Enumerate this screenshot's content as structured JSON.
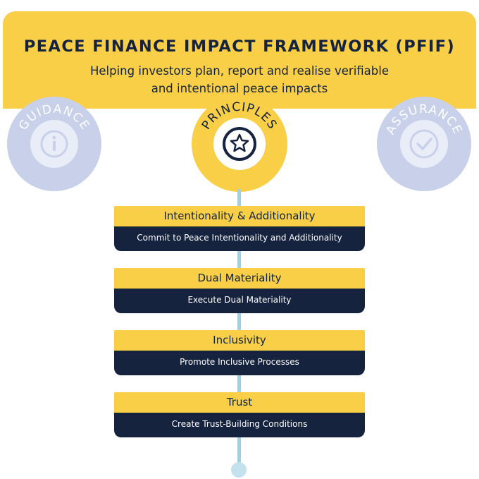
{
  "header": {
    "title": "PEACE FINANCE IMPACT FRAMEWORK (PFIF)",
    "subtitle_line1": "Helping investors plan, report and realise verifiable",
    "subtitle_line2": "and intentional peace impacts"
  },
  "pillars": {
    "left": {
      "label": "GUIDANCE",
      "icon": "info-icon",
      "state": "inactive"
    },
    "center": {
      "label": "PRINCIPLES",
      "icon": "star-icon",
      "state": "active"
    },
    "right": {
      "label": "ASSURANCE",
      "icon": "checkmark-icon",
      "state": "inactive"
    }
  },
  "principles": [
    {
      "title": "Intentionality & Additionality",
      "description": "Commit to Peace Intentionality and Additionality"
    },
    {
      "title": "Dual Materiality",
      "description": "Execute Dual Materiality"
    },
    {
      "title": "Inclusivity",
      "description": "Promote Inclusive Processes"
    },
    {
      "title": "Trust",
      "description": "Create Trust-Building Conditions"
    }
  ],
  "colors": {
    "yellow": "#f8cf46",
    "navy": "#15233f",
    "inactive_blue": "#c9d1ea",
    "timeline_blue": "#9ed1e4"
  }
}
